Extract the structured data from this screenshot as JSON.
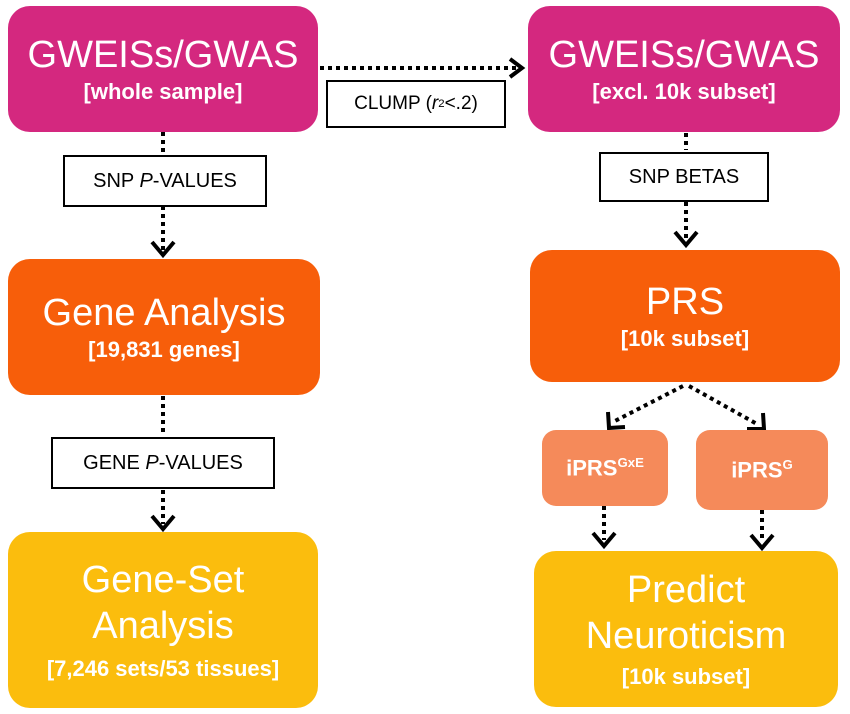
{
  "gwas_whole": {
    "title": "GWEISs/GWAS",
    "subtitle": "[whole sample]"
  },
  "gwas_excl": {
    "title": "GWEISs/GWAS",
    "subtitle": "[excl. 10k subset]"
  },
  "clump": {
    "prefix": "CLUMP (",
    "var": "r",
    "sup": "2",
    "suffix": "<.2)"
  },
  "snp_pvalues": {
    "prefix": "SNP ",
    "italic": "P",
    "suffix": "-VALUES"
  },
  "snp_betas": {
    "label": "SNP BETAS"
  },
  "gene_analysis": {
    "title": "Gene Analysis",
    "subtitle": "[19,831 genes]"
  },
  "gene_pvalues": {
    "prefix": "GENE ",
    "italic": "P",
    "suffix": "-VALUES"
  },
  "gene_set": {
    "title_line1": "Gene-Set",
    "title_line2": "Analysis",
    "subtitle": "[7,246 sets/53 tissues]"
  },
  "prs": {
    "title": "PRS",
    "subtitle": "[10k subset]"
  },
  "iprs_gxe": {
    "base": "iPRS",
    "sup": "GxE"
  },
  "iprs_g": {
    "base": "iPRS",
    "sup": "G"
  },
  "predict": {
    "title_line1": "Predict",
    "title_line2": "Neuroticism",
    "subtitle": "[10k subset]"
  },
  "colors": {
    "magenta": "#d4287f",
    "orange": "#f75e0a",
    "salmon": "#f58a5a",
    "yellow": "#fbbd0d"
  }
}
